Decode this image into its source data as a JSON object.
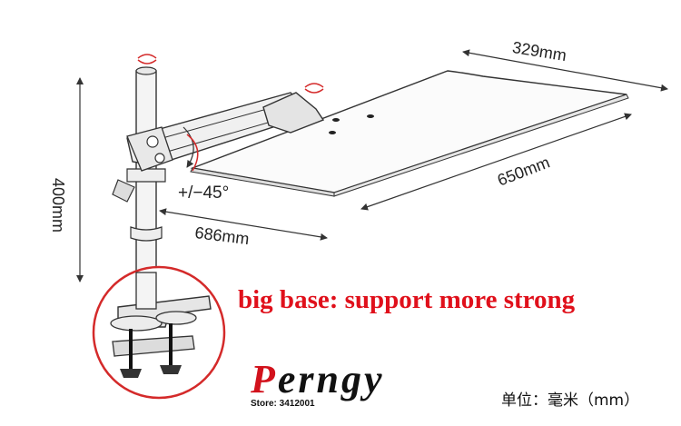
{
  "dimensions": {
    "tray_depth": "329mm",
    "tray_width": "650mm",
    "arm_reach": "686mm",
    "pole_height": "400mm",
    "tilt": "+/−45°"
  },
  "feature_text": "big base: support  more strong",
  "brand": {
    "name_initial": "P",
    "name_rest": "erngy",
    "store": "Store: 3412001"
  },
  "unit_note": "单位：毫米（mm）",
  "colors": {
    "feature_red": "#e0101b",
    "circle_red": "#d42a2a",
    "line": "#333333"
  }
}
